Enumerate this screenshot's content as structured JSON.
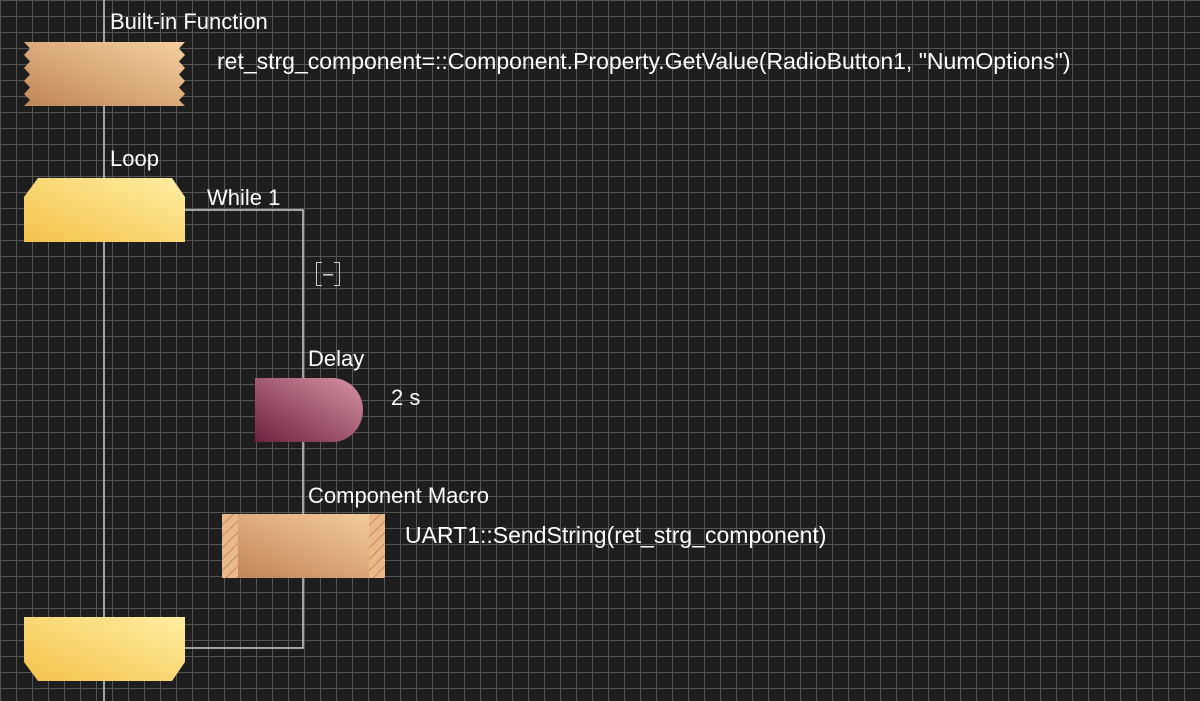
{
  "blocks": {
    "builtin": {
      "title": "Built-in Function",
      "code": "ret_strg_component=::Component.Property.GetValue(RadioButton1, \"NumOptions\")"
    },
    "loop": {
      "title": "Loop",
      "condition": "While 1",
      "toggle": "−"
    },
    "delay": {
      "title": "Delay",
      "value": "2 s"
    },
    "macro": {
      "title": "Component Macro",
      "code": "UART1::SendString(ret_strg_component)"
    }
  },
  "colors": {
    "background": "#1e1e1e",
    "grid": "#555555",
    "connector": "#cfcfcf",
    "builtin": [
      "#c8905c",
      "#f2cc98"
    ],
    "loop": [
      "#f6c650",
      "#fde997"
    ],
    "delay": [
      "#7a2a44",
      "#d48a9b"
    ],
    "macro": [
      "#c4875a",
      "#f5c99a"
    ]
  }
}
